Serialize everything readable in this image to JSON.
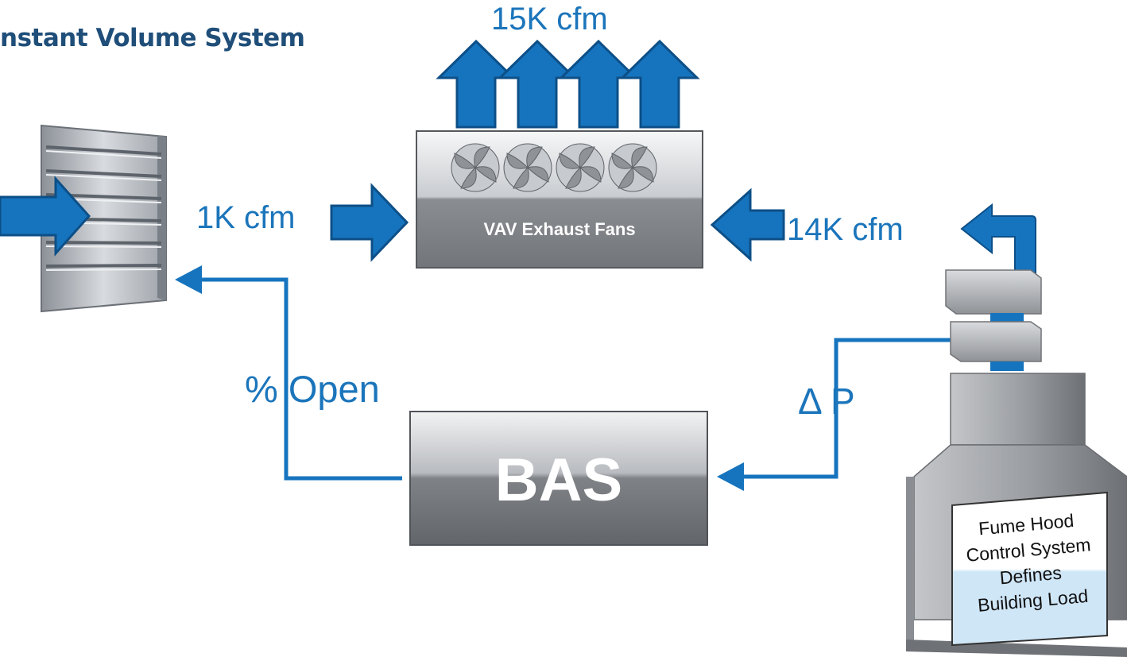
{
  "title": "nstant Volume System",
  "labels": {
    "exhaust_total": "15K cfm",
    "bypass_flow": "1K cfm",
    "hood_flow": "14K cfm",
    "damper_signal": "% Open",
    "pressure_signal": "Δ P"
  },
  "components": {
    "exhaust_fans": "VAV Exhaust Fans",
    "bas": "BAS",
    "fume_hood_lines": [
      "Fume Hood",
      "Control System",
      "Defines",
      "Building Load"
    ]
  },
  "colors": {
    "flow_blue": "#1b75bb",
    "arrow_blue": "#1674be",
    "title": "#1f4e79"
  }
}
